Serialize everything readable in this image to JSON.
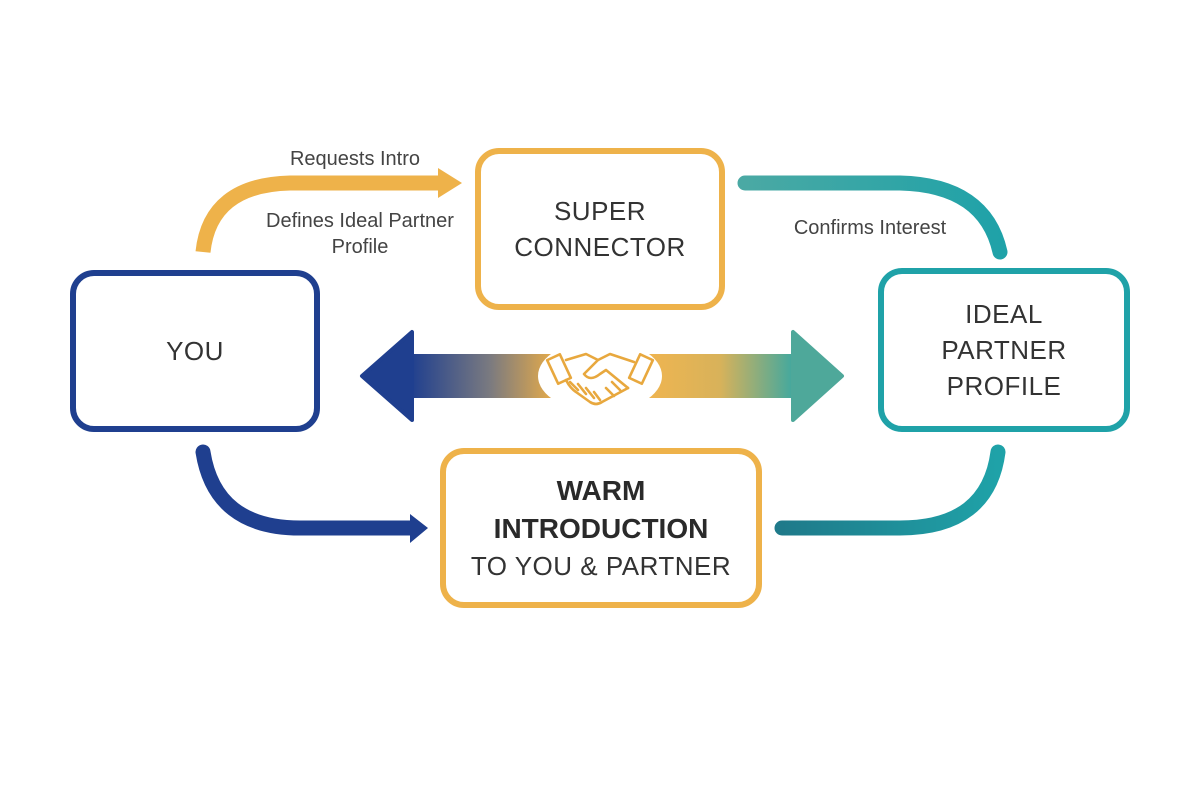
{
  "nodes": {
    "you": {
      "label": "YOU"
    },
    "super_connector": {
      "lines": [
        "SUPER",
        "CONNECTOR"
      ]
    },
    "ideal_partner": {
      "lines": [
        "IDEAL",
        "PARTNER",
        "PROFILE"
      ]
    },
    "warm_intro": {
      "title_lines": [
        "WARM",
        "INTRODUCTION"
      ],
      "subtitle": "TO YOU & PARTNER"
    }
  },
  "edges": {
    "requests_intro": "Requests Intro",
    "defines_profile_lines": [
      "Defines Ideal Partner",
      "Profile"
    ],
    "confirms_interest": "Confirms Interest"
  },
  "center": {
    "icon": "handshake-icon"
  },
  "colors": {
    "navy": "#1f3f8f",
    "gold": "#eeb24a",
    "teal": "#1fa2a8",
    "text": "#333333"
  }
}
